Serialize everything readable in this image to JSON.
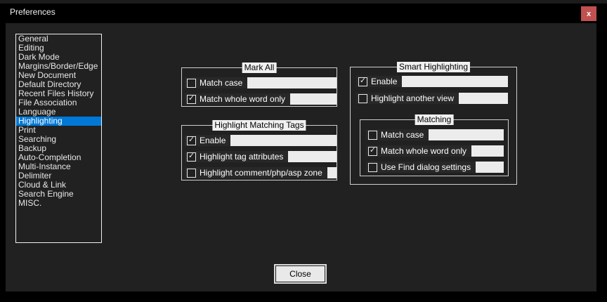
{
  "window": {
    "title": "Preferences",
    "close_glyph": "x"
  },
  "colors": {
    "titlebar_bg": "#000000",
    "dialog_bg": "#212121",
    "selection_blue": "#0078d7",
    "close_button_red": "#c15050",
    "row_strip": "#ececec",
    "row_patch": "#282828",
    "group_border": "#cfcfcf",
    "label_bg": "#f0f0f0"
  },
  "sidebar": {
    "items": [
      "General",
      "Editing",
      "Dark Mode",
      "Margins/Border/Edge",
      "New Document",
      "Default Directory",
      "Recent Files History",
      "File Association",
      "Language",
      "Highlighting",
      "Print",
      "Searching",
      "Backup",
      "Auto-Completion",
      "Multi-Instance",
      "Delimiter",
      "Cloud & Link",
      "Search Engine",
      "MISC."
    ],
    "selected": "Highlighting"
  },
  "groups": {
    "mark_all": {
      "title": "Mark All",
      "checkboxes": [
        {
          "label": "Match case",
          "checked": false
        },
        {
          "label": "Match whole word only",
          "checked": true
        }
      ]
    },
    "highlight_matching_tags": {
      "title": "Highlight Matching Tags",
      "checkboxes": [
        {
          "label": "Enable",
          "checked": true
        },
        {
          "label": "Highlight tag attributes",
          "checked": true
        },
        {
          "label": "Highlight comment/php/asp zone",
          "checked": false
        }
      ]
    },
    "smart_highlighting": {
      "title": "Smart Highlighting",
      "checkboxes": [
        {
          "label": "Enable",
          "checked": true
        },
        {
          "label": "Highlight another view",
          "checked": false
        }
      ]
    },
    "matching": {
      "title": "Matching",
      "checkboxes": [
        {
          "label": "Match case",
          "checked": false
        },
        {
          "label": "Match whole word only",
          "checked": true
        },
        {
          "label": "Use Find dialog settings",
          "checked": false
        }
      ]
    }
  },
  "footer": {
    "close_button": "Close"
  }
}
